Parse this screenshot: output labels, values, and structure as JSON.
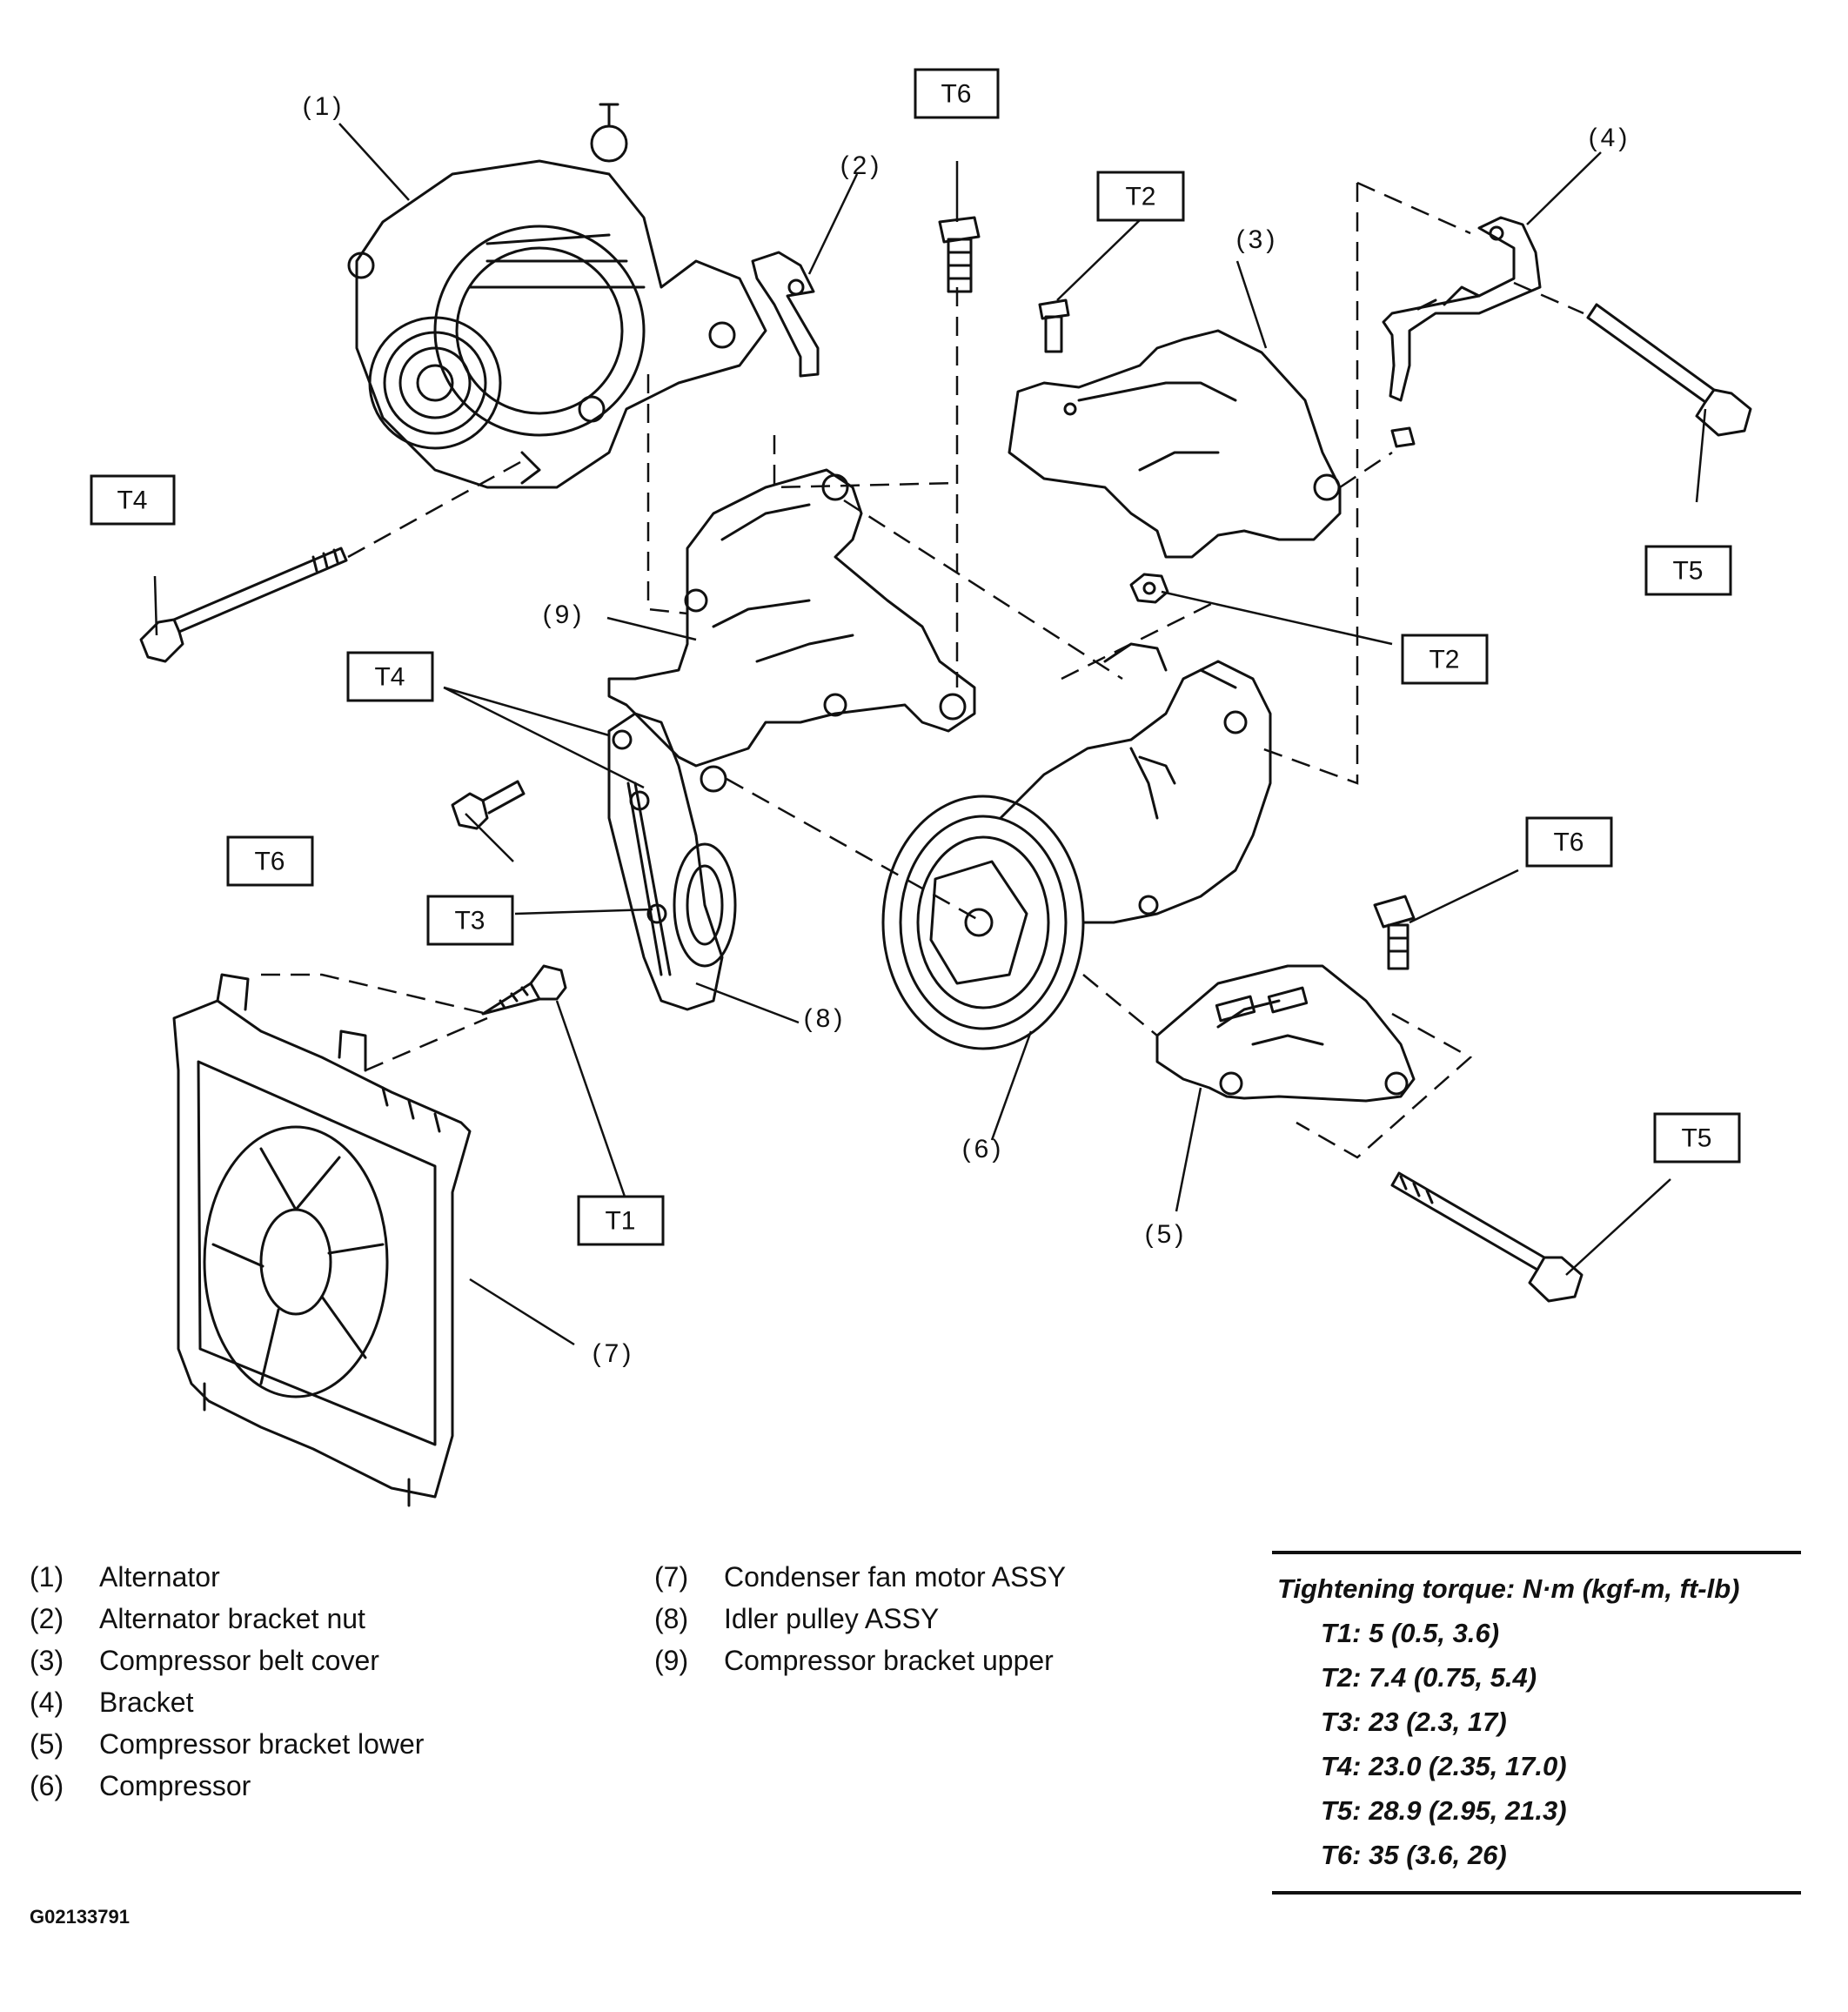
{
  "callouts": {
    "c1": "(1)",
    "c2": "(2)",
    "c3": "(3)",
    "c4": "(4)",
    "c5": "(5)",
    "c6": "(6)",
    "c7": "(7)",
    "c8": "(8)",
    "c9": "(9)"
  },
  "torque_tags": {
    "t6_top": "T6",
    "t2_upper": "T2",
    "t4_left": "T4",
    "t5_right": "T5",
    "t2_lower": "T2",
    "t4_mid": "T4",
    "t6_left": "T6",
    "t3": "T3",
    "t6_right": "T6",
    "t1": "T1",
    "t5_bottom": "T5"
  },
  "legend": {
    "left": [
      {
        "num": "(1)",
        "label": "Alternator"
      },
      {
        "num": "(2)",
        "label": "Alternator bracket nut"
      },
      {
        "num": "(3)",
        "label": "Compressor belt cover"
      },
      {
        "num": "(4)",
        "label": "Bracket"
      },
      {
        "num": "(5)",
        "label": "Compressor bracket lower"
      },
      {
        "num": "(6)",
        "label": "Compressor"
      }
    ],
    "middle": [
      {
        "num": "(7)",
        "label": "Condenser fan motor ASSY"
      },
      {
        "num": "(8)",
        "label": "Idler pulley ASSY"
      },
      {
        "num": "(9)",
        "label": "Compressor bracket upper"
      }
    ]
  },
  "torque_table": {
    "title": "Tightening torque: N·m (kgf-m, ft-lb)",
    "rows": [
      "T1: 5 (0.5, 3.6)",
      "T2: 7.4 (0.75, 5.4)",
      "T3: 23 (2.3, 17)",
      "T4: 23.0 (2.35, 17.0)",
      "T5: 28.9 (2.95, 21.3)",
      "T6: 35 (3.6, 26)"
    ]
  },
  "figure_code": "G02133791"
}
